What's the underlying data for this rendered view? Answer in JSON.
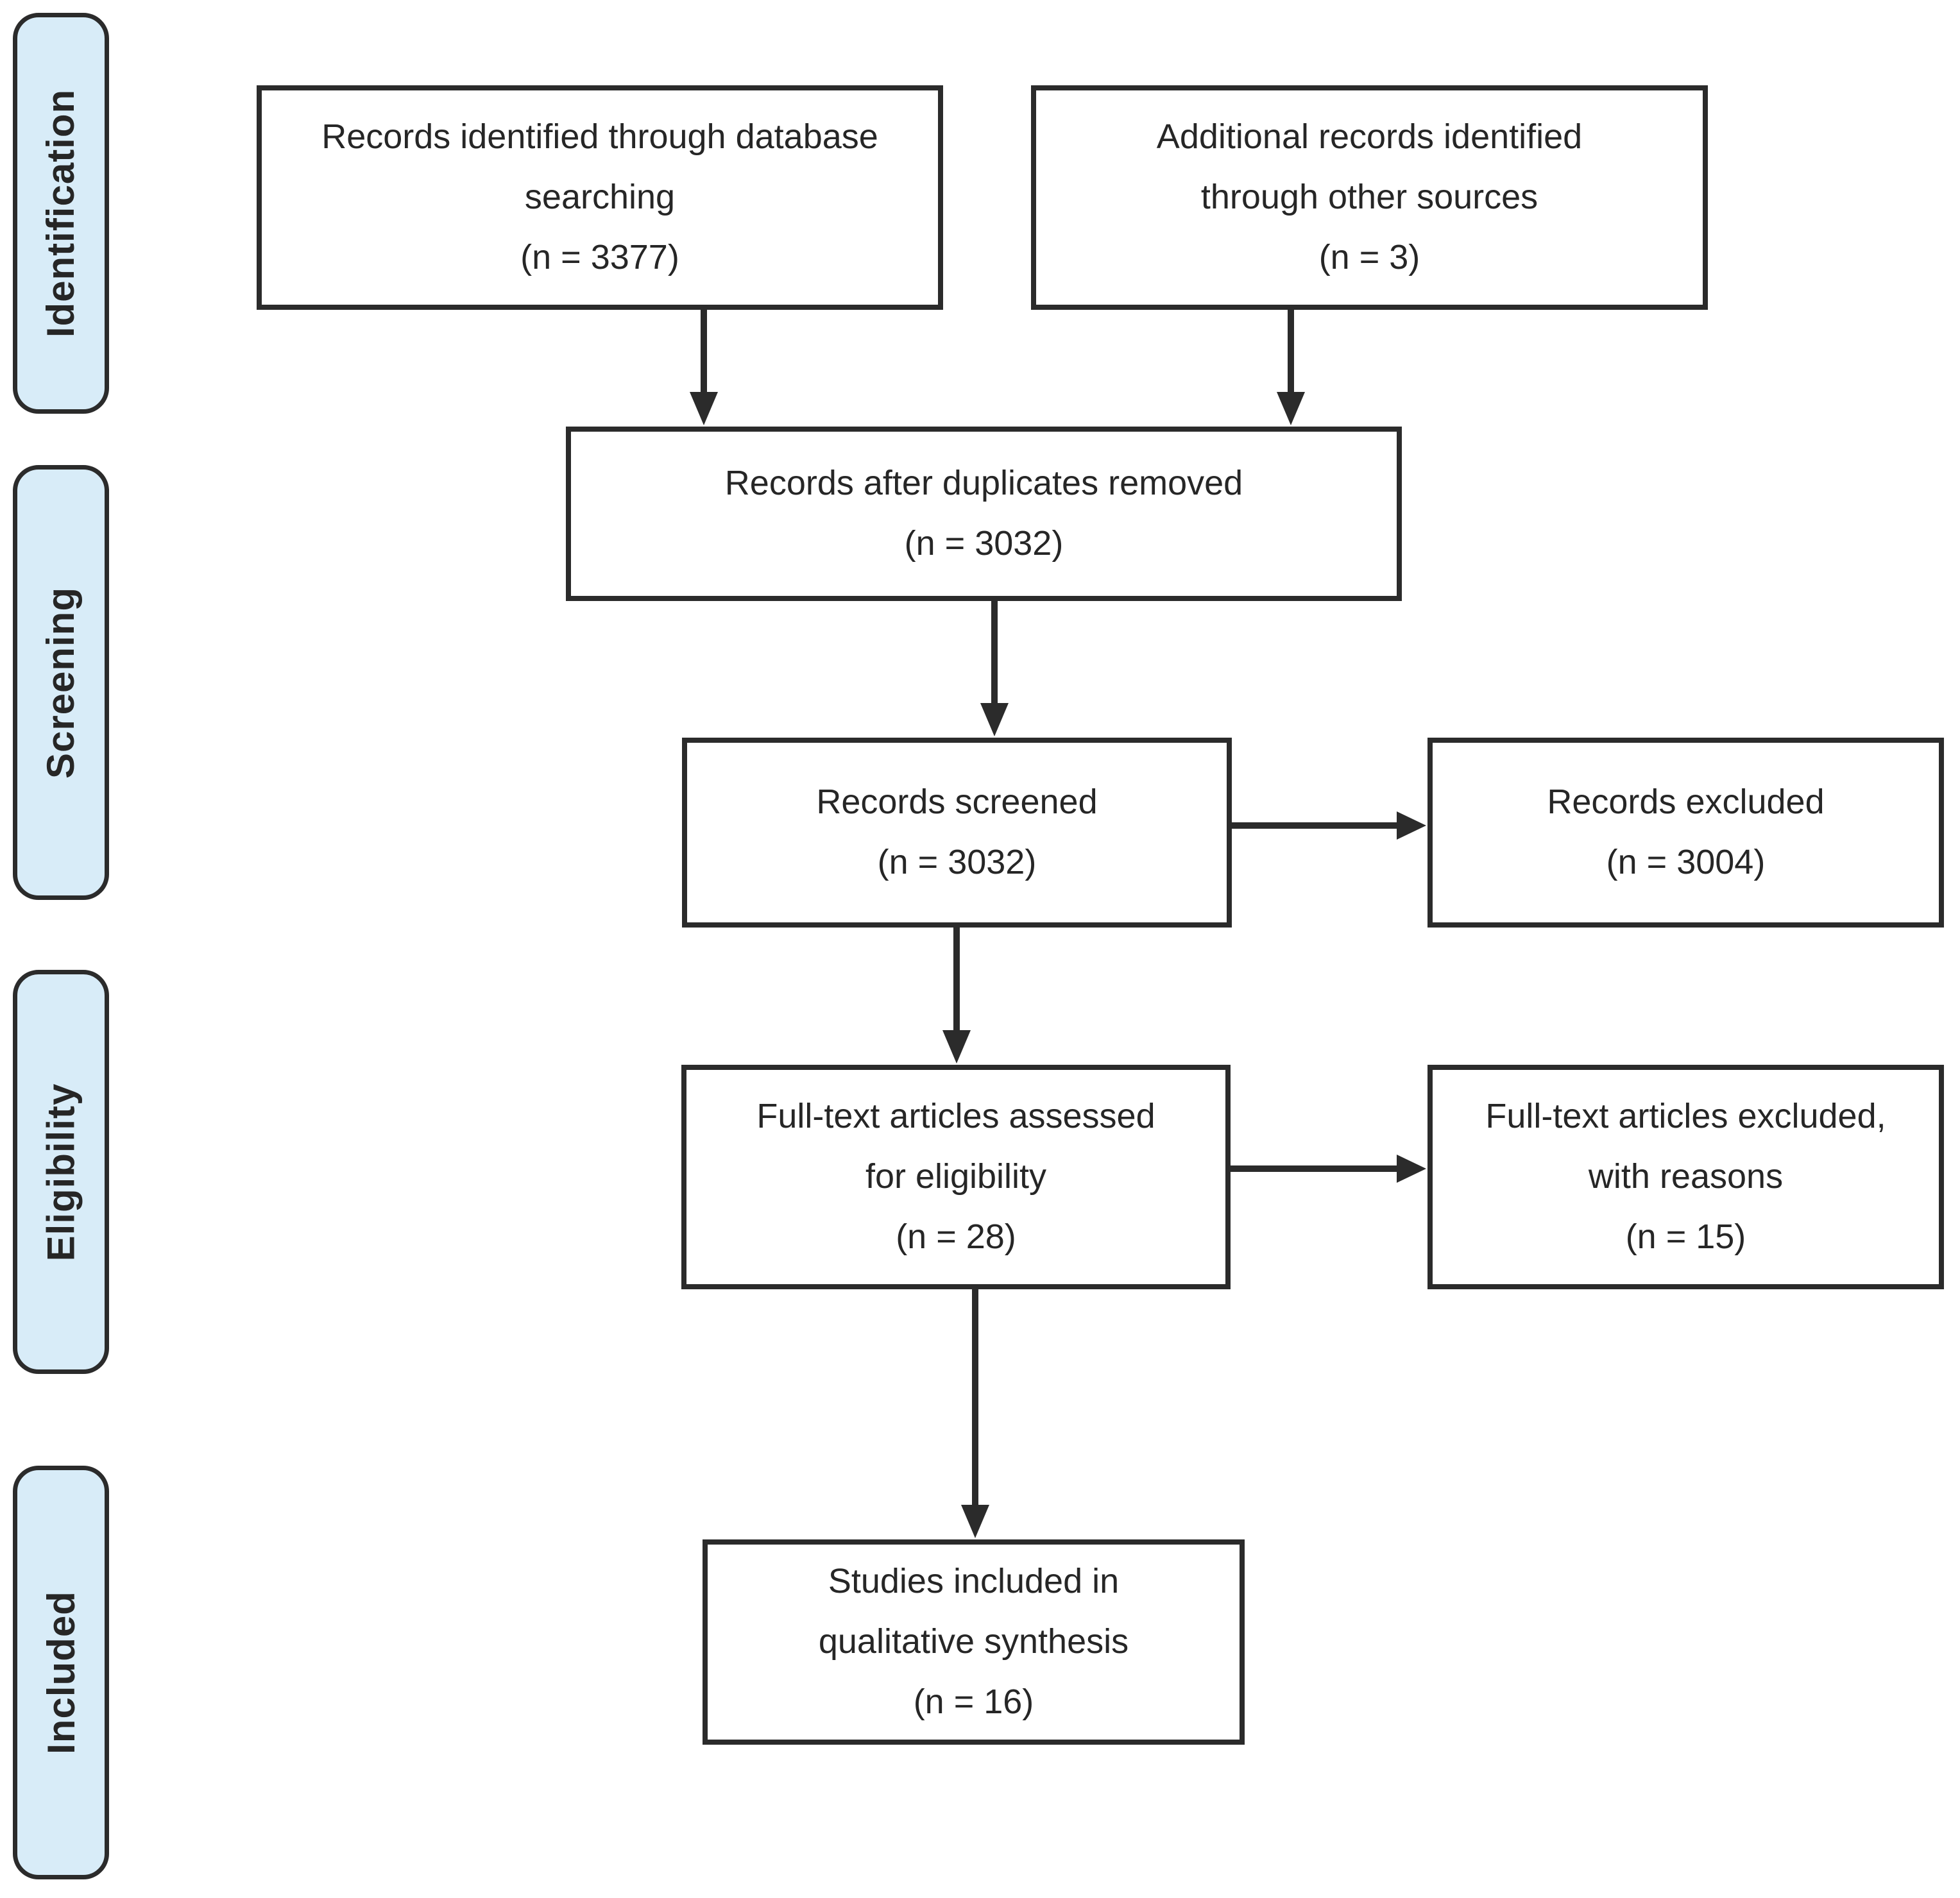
{
  "palette": {
    "canvas": "#ffffff",
    "stage_fill": "#d8ecf8",
    "stroke": "#2b2b2b",
    "text": "#262626"
  },
  "sidebar": {
    "items": [
      {
        "id": "identification",
        "label": "Identification"
      },
      {
        "id": "screening",
        "label": "Screening"
      },
      {
        "id": "eligibility",
        "label": "Eligibility"
      },
      {
        "id": "included",
        "label": "Included"
      }
    ]
  },
  "flow": {
    "records_identified": {
      "lines": [
        "Records identified through database",
        "searching",
        "(n = 3377)"
      ]
    },
    "additional_records": {
      "lines": [
        "Additional records identified",
        "through other sources",
        "(n = 3)"
      ]
    },
    "after_duplicates": {
      "lines": [
        "Records after duplicates removed",
        "(n = 3032)"
      ]
    },
    "records_screened": {
      "lines": [
        "Records screened",
        "(n = 3032)"
      ]
    },
    "records_excluded": {
      "lines": [
        "Records excluded",
        "(n = 3004)"
      ]
    },
    "fulltext_assessed": {
      "lines": [
        "Full-text articles assessed",
        "for eligibility",
        "(n = 28)"
      ]
    },
    "fulltext_excluded": {
      "lines": [
        "Full-text articles excluded,",
        "with reasons",
        "(n = 15)"
      ]
    },
    "studies_included": {
      "lines": [
        "Studies included in",
        "qualitative synthesis",
        "(n = 16)"
      ]
    }
  }
}
